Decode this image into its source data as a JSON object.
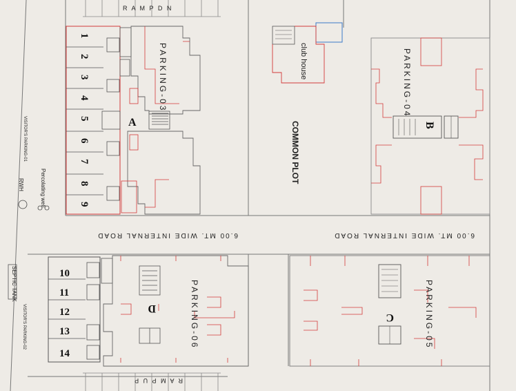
{
  "ramps": {
    "top": "R A M P   D N",
    "bottom": "R A M P   U P"
  },
  "buildings": {
    "A": {
      "letter": "A",
      "parking": "PARKING-03"
    },
    "B": {
      "letter": "B",
      "parking": "PARKING-04"
    },
    "C": {
      "letter": "C",
      "parking": "PARKING-05"
    },
    "D": {
      "letter": "D",
      "parking": "PARKING-06"
    }
  },
  "club_house": "club house",
  "common_plot": "COMMON PLOT",
  "internal_road": "6.00 MT. WIDE INTERNAL ROAD",
  "visitors_parking_01": "VISITOR'S PARKING-01",
  "visitors_parking_02": "VISITOR'S PARKING-02",
  "percolating_well": "Percolating well",
  "rwh": "RWH",
  "septic_tank": "SEPTIC TANK",
  "units_top": [
    "1",
    "2",
    "3",
    "4",
    "5",
    "6",
    "7",
    "8",
    "9"
  ],
  "units_bottom": [
    "10",
    "11",
    "12",
    "13",
    "14"
  ],
  "colors": {
    "paper": "#eeebe6",
    "line": "#666666",
    "red": "#d33a3a",
    "blue": "#3a78c8"
  }
}
